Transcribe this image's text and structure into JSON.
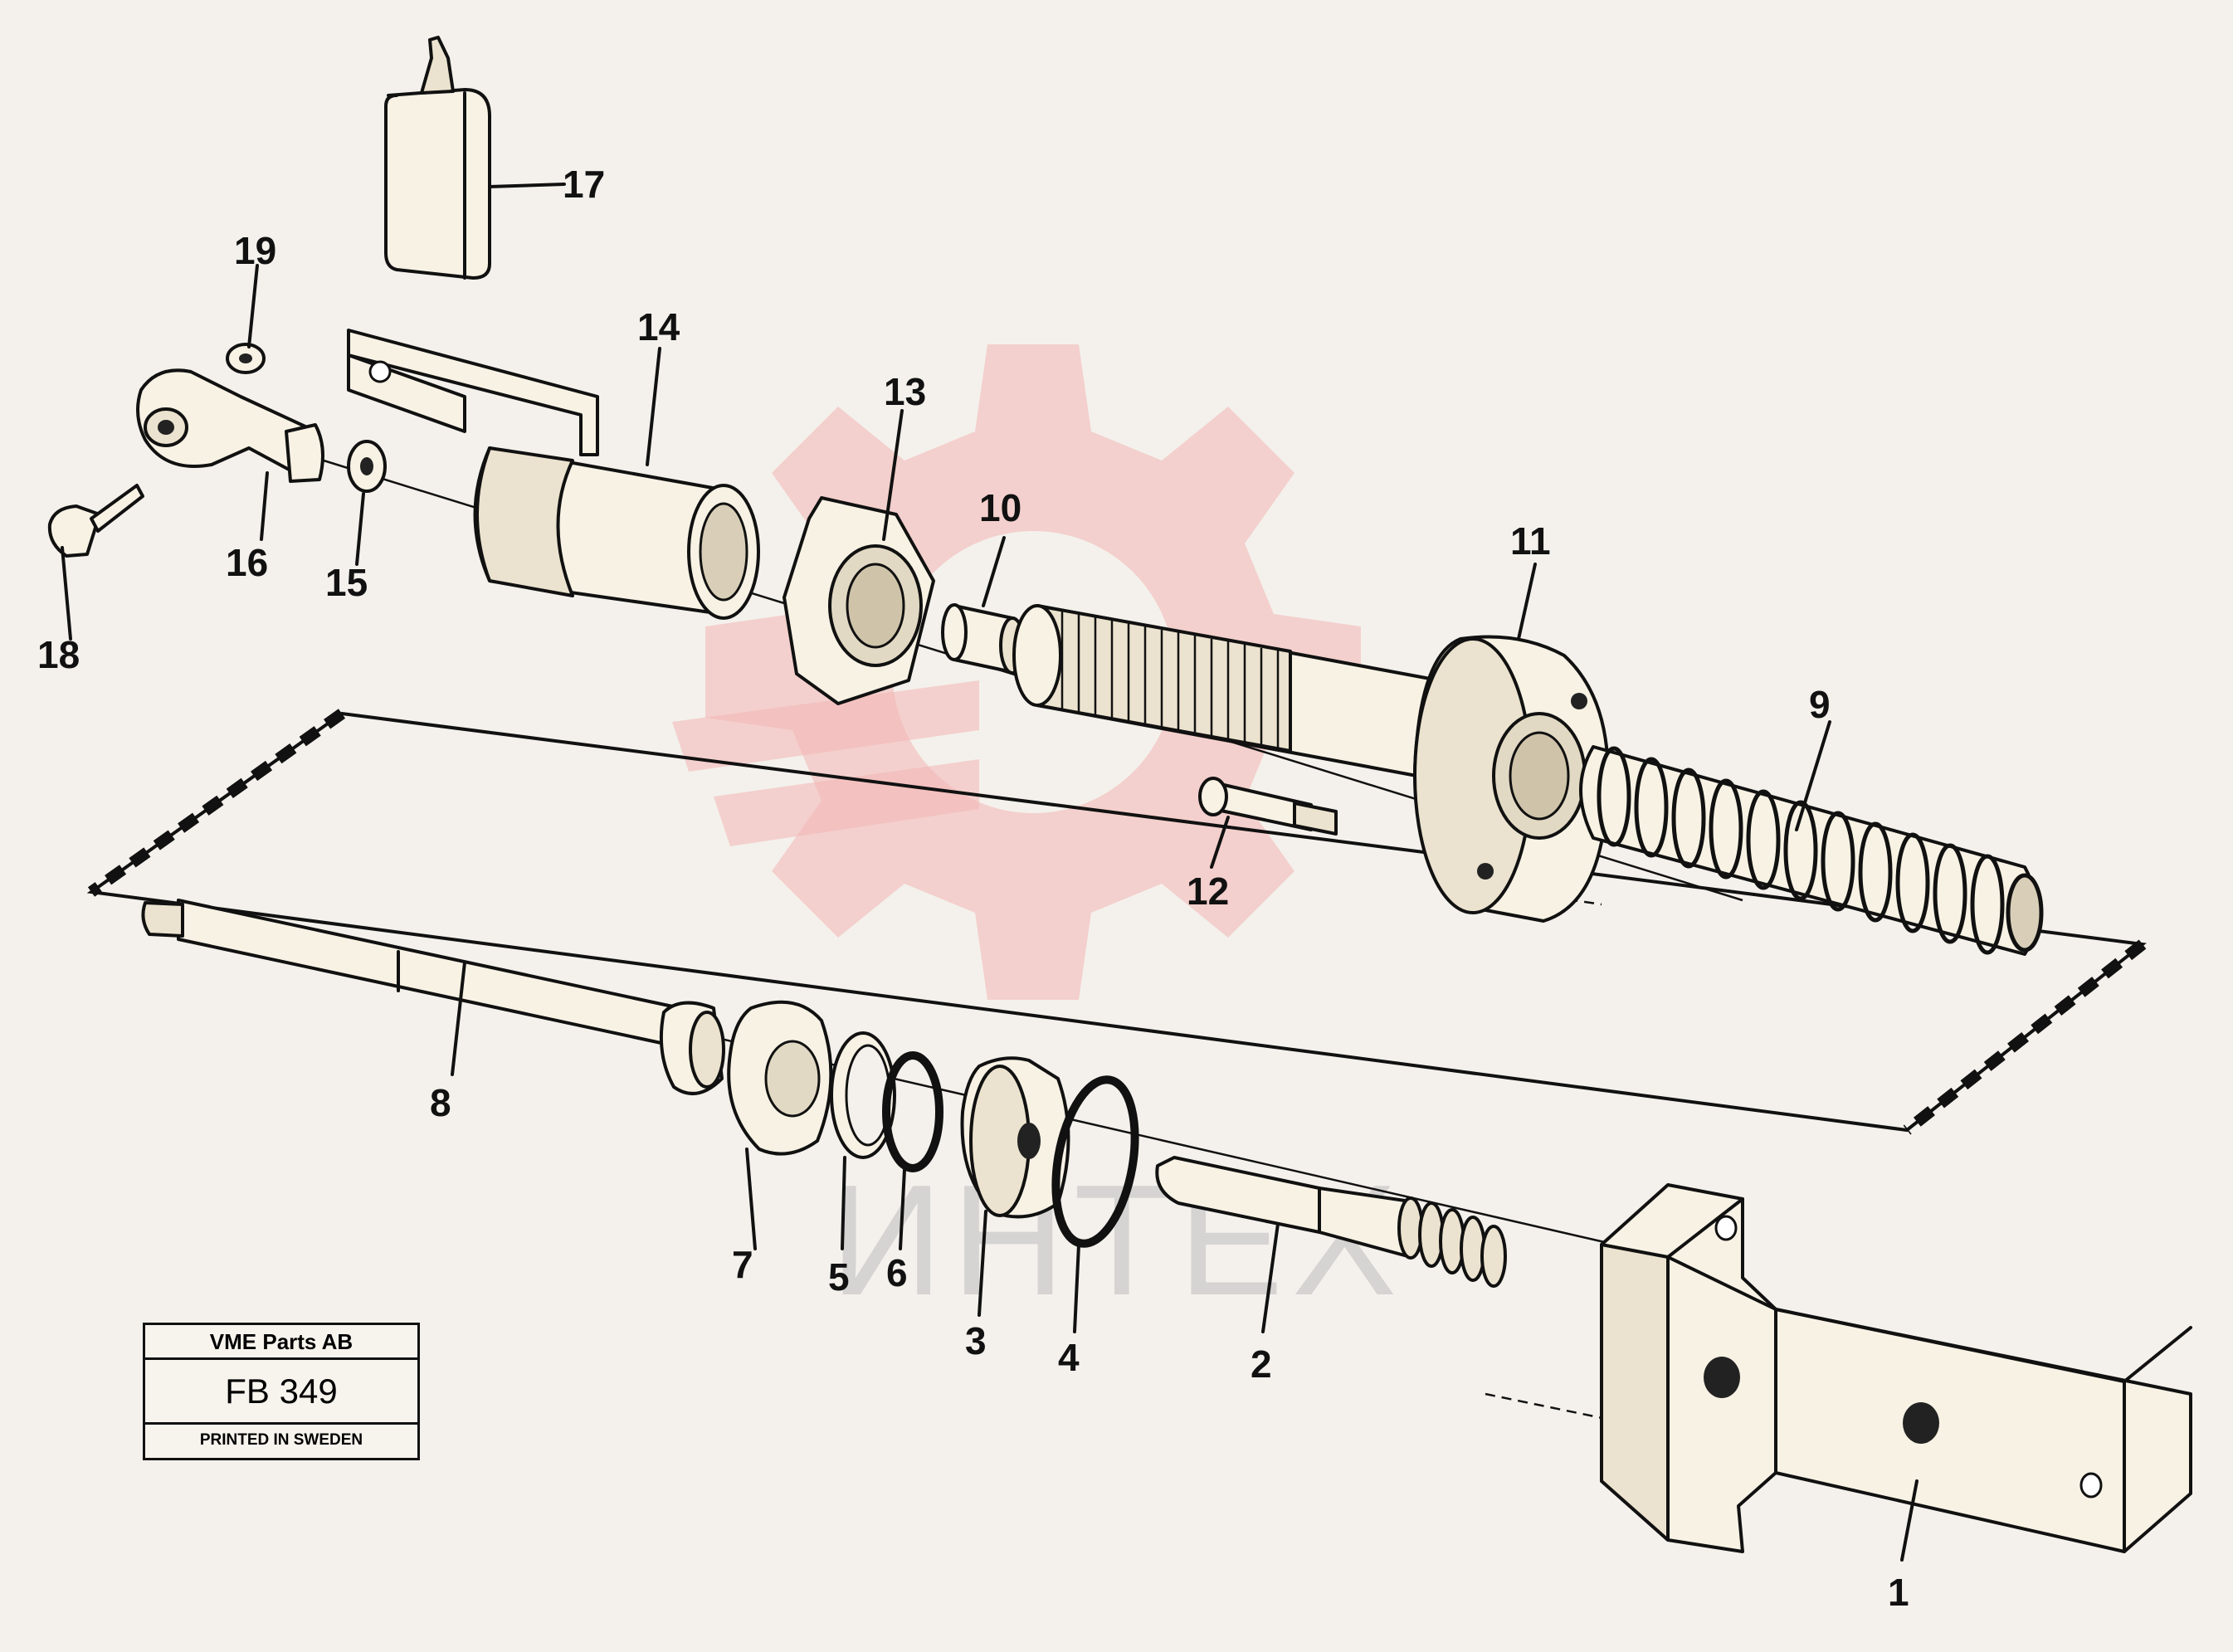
{
  "title_block": {
    "company": "VME Parts AB",
    "figure_number": "FB 349",
    "printed_note": "PRINTED IN SWEDEN"
  },
  "watermark": {
    "text": "ИНТЕХ"
  },
  "callouts": [
    "1",
    "2",
    "3",
    "4",
    "5",
    "6",
    "7",
    "8",
    "9",
    "10",
    "11",
    "12",
    "13",
    "14",
    "15",
    "16",
    "17",
    "18",
    "19"
  ]
}
